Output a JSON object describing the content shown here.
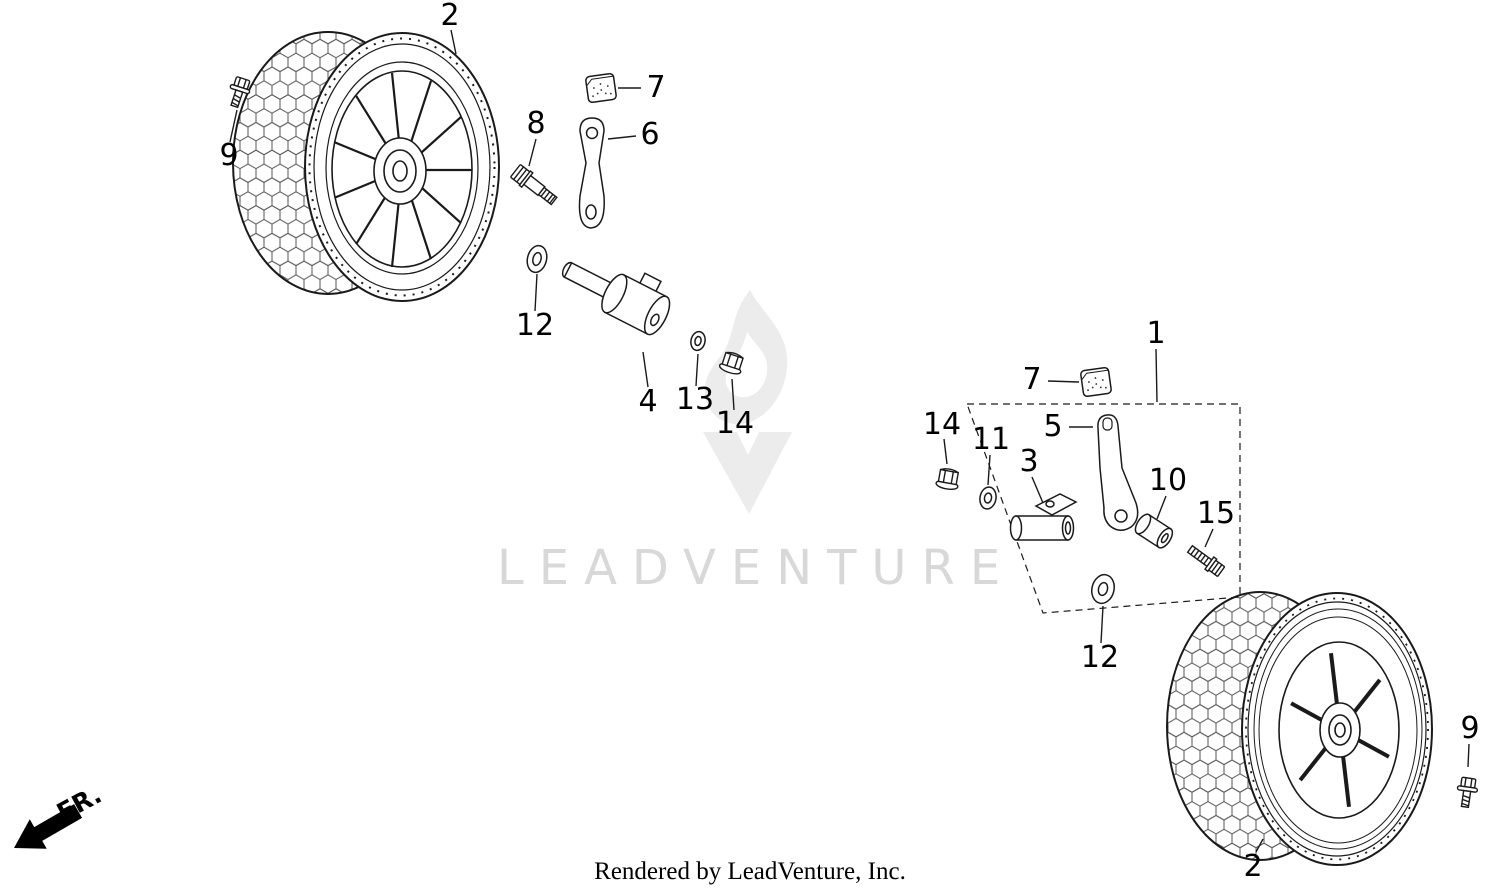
{
  "diagram": {
    "watermark_text": "LEADVENTURE",
    "footer_text": "Rendered by LeadVenture, Inc.",
    "direction_label": "FR.",
    "line_color": "#1a1a1a",
    "watermark_color": "#d8d8d8"
  },
  "part_labels": [
    {
      "text": "2"
    },
    {
      "text": "9"
    },
    {
      "text": "7"
    },
    {
      "text": "8"
    },
    {
      "text": "6"
    },
    {
      "text": "12"
    },
    {
      "text": "4"
    },
    {
      "text": "13"
    },
    {
      "text": "14"
    },
    {
      "text": "1"
    },
    {
      "text": "7"
    },
    {
      "text": "14"
    },
    {
      "text": "11"
    },
    {
      "text": "3"
    },
    {
      "text": "5"
    },
    {
      "text": "10"
    },
    {
      "text": "15"
    },
    {
      "text": "12"
    },
    {
      "text": "2"
    },
    {
      "text": "9"
    }
  ]
}
